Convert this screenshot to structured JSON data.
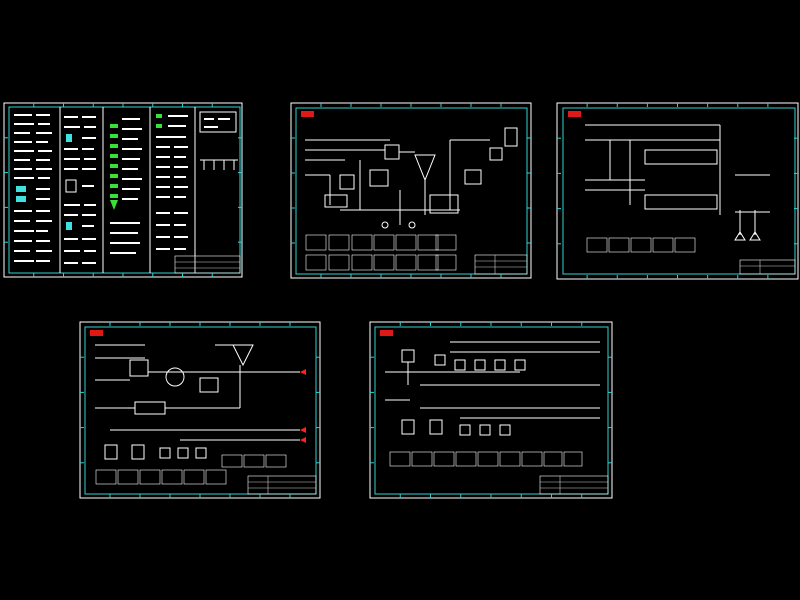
{
  "sheets": [
    {
      "id": "sheet-1",
      "kind": "legend"
    },
    {
      "id": "sheet-2",
      "kind": "process-flow"
    },
    {
      "id": "sheet-3",
      "kind": "process-flow"
    },
    {
      "id": "sheet-4",
      "kind": "process-flow"
    },
    {
      "id": "sheet-5",
      "kind": "process-flow"
    }
  ],
  "colors": {
    "background": "#000000",
    "frame": "#ffffff",
    "border": "#2fd3d3",
    "logo": "#e01818",
    "flow_arrow": "#ff2020",
    "legend_green": "#38e038",
    "legend_cyan": "#3ee0e0"
  }
}
